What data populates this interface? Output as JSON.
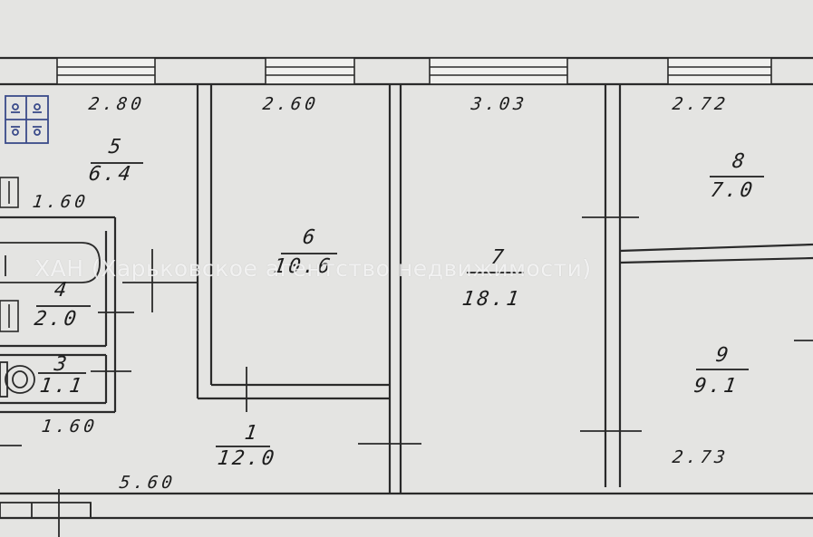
{
  "watermark": "ХАН (Харьковское агентство недвижимости)",
  "dimensions": {
    "top_1": "2.80",
    "top_2": "2.60",
    "top_3": "3.03",
    "top_4": "2.72",
    "left_1": "1.60",
    "left_2": "1.60",
    "bottom_1": "5.60",
    "bottom_2": "2.73"
  },
  "rooms": [
    {
      "number": "5",
      "area": "6.4"
    },
    {
      "number": "6",
      "area": "10.6"
    },
    {
      "number": "7",
      "area": "18.1"
    },
    {
      "number": "8",
      "area": "7.0"
    },
    {
      "number": "4",
      "area": "2.0"
    },
    {
      "number": "3",
      "area": "1.1"
    },
    {
      "number": "9",
      "area": "9.1"
    },
    {
      "number": "1",
      "area": "12.0"
    }
  ]
}
